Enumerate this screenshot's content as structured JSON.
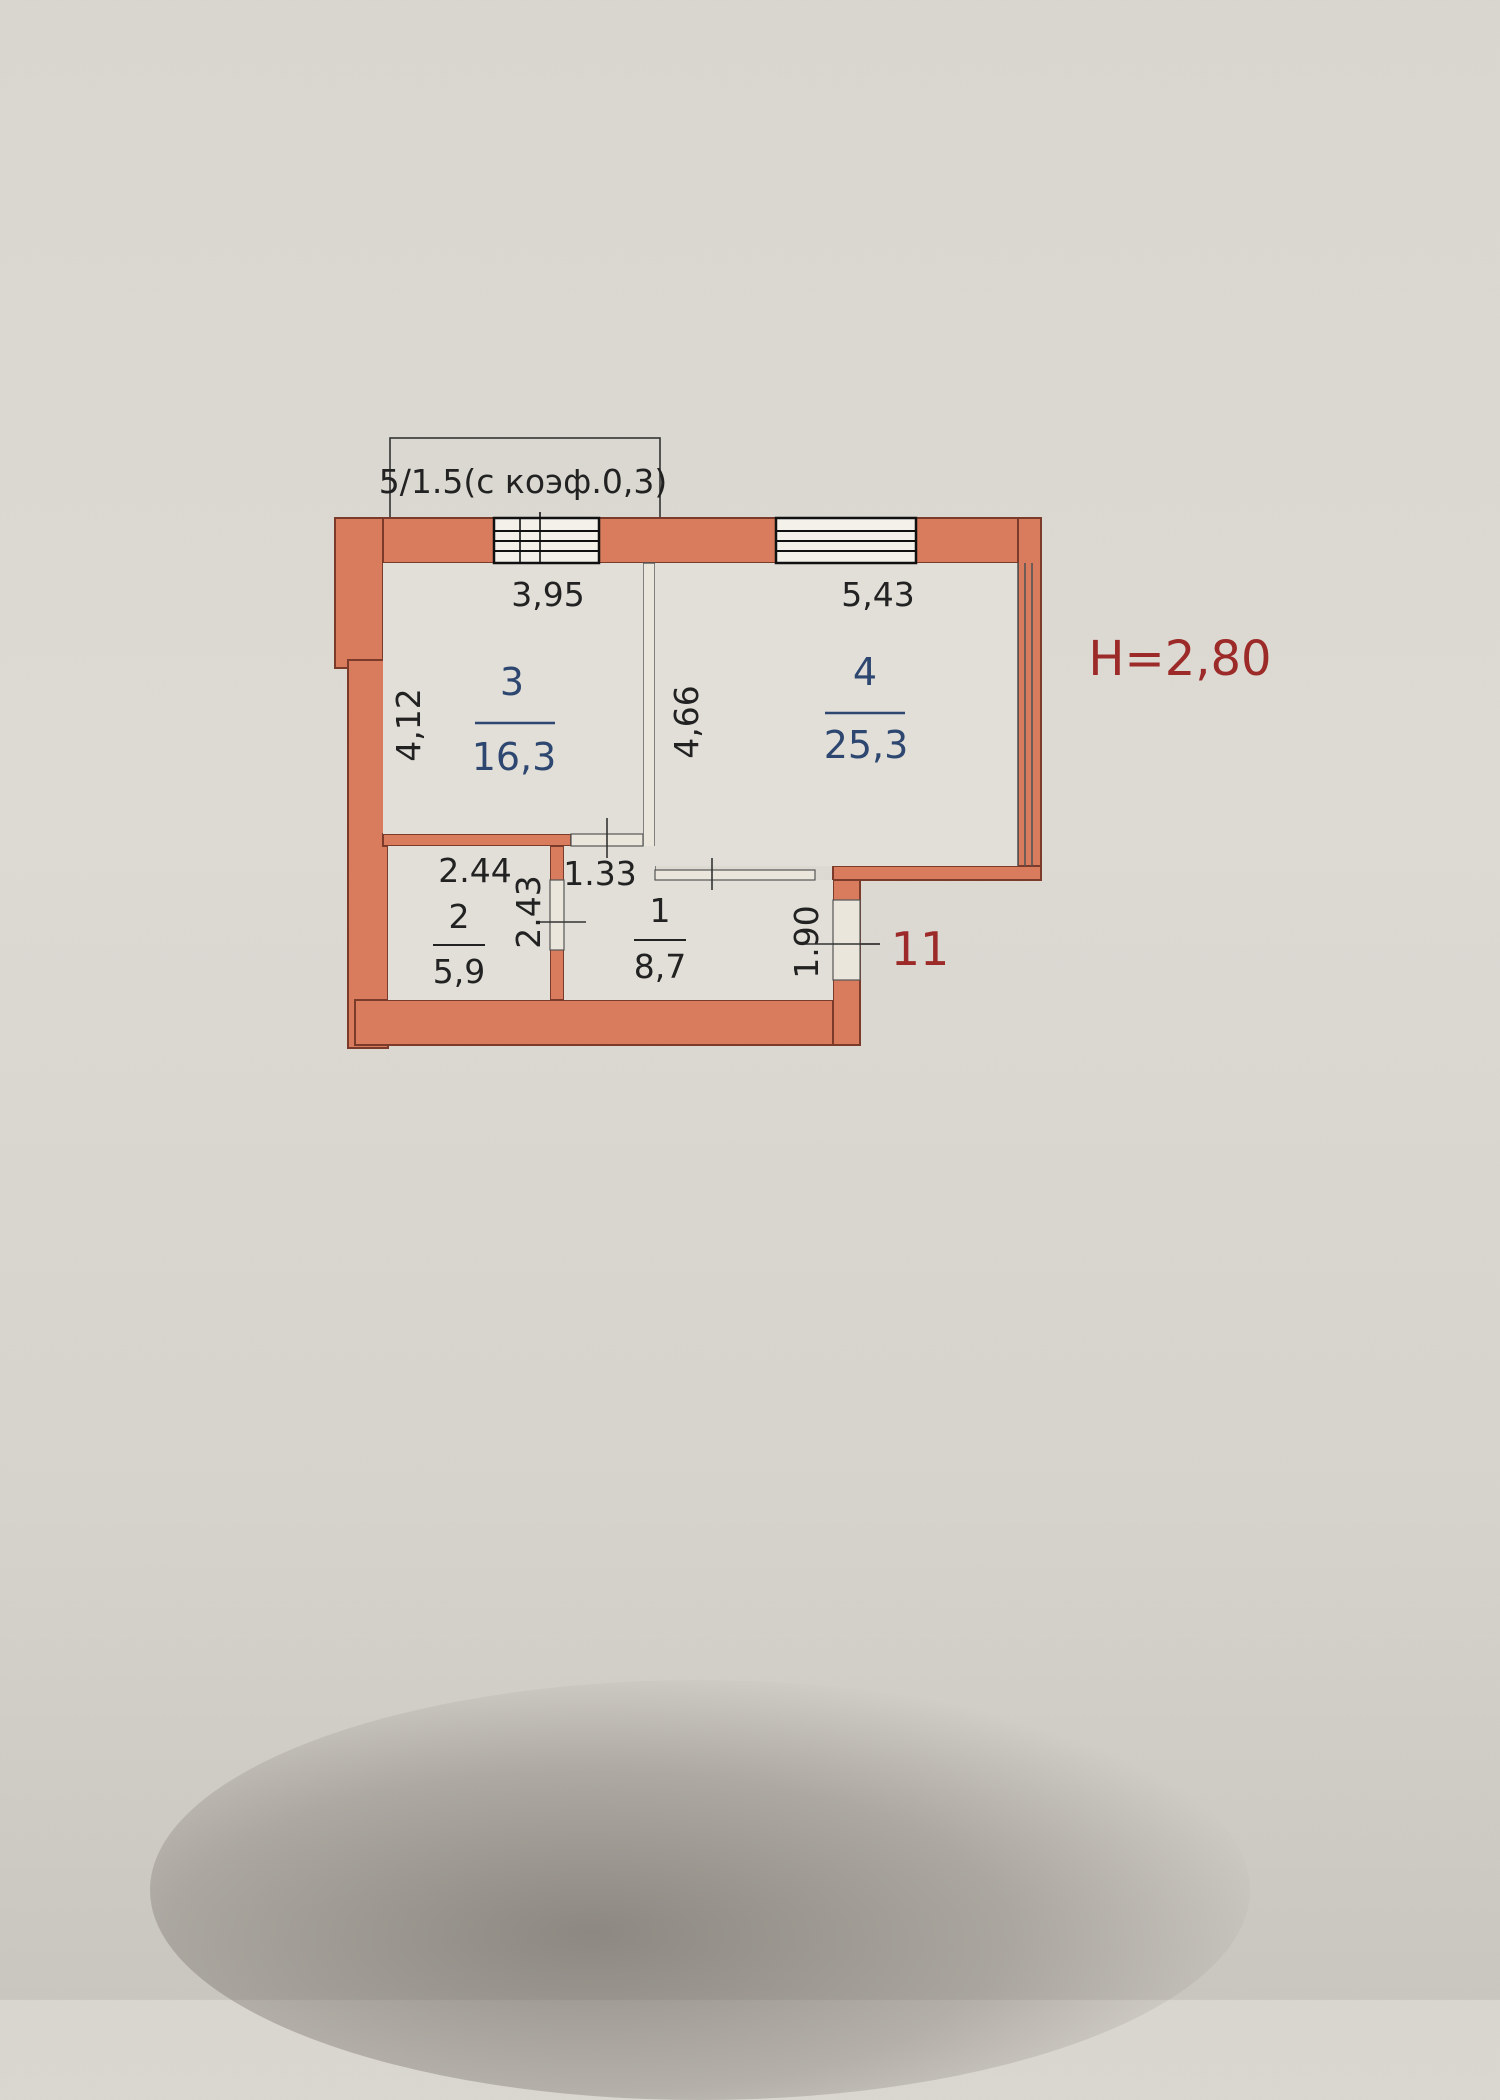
{
  "balcony": {
    "label": "5/1.5(с коэф.0,3)"
  },
  "height_label": "H=2,80",
  "entrance_label": "11",
  "rooms": [
    {
      "number": "3",
      "area": "16,3",
      "width": "3,95",
      "depth": "4,12"
    },
    {
      "number": "4",
      "area": "25,3",
      "width": "5,43",
      "depth": "4,66"
    },
    {
      "number": "2",
      "area": "5,9",
      "width": "2.44",
      "depth": "2.43"
    },
    {
      "number": "1",
      "area": "8,7",
      "width": "1.33",
      "depth": "1.90"
    }
  ],
  "colors": {
    "wall": "#d97c5e",
    "room_text": "#2d4770",
    "accent": "#9c2a28"
  }
}
